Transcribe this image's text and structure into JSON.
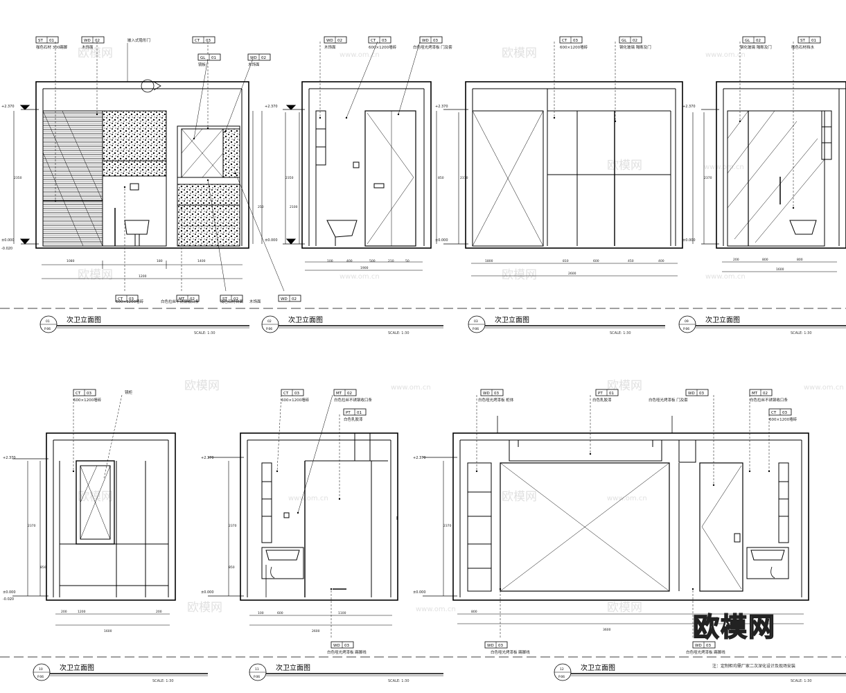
{
  "drawing_titles": [
    {
      "number": "01",
      "sheet": "P.06",
      "title": "次卫立面图",
      "scale": "SCALE: 1:30"
    },
    {
      "number": "02",
      "sheet": "P.06",
      "title": "次卫立面图",
      "scale": "SCALE: 1:30"
    },
    {
      "number": "03",
      "sheet": "P.06",
      "title": "次卫立面图",
      "scale": "SCALE: 1:30"
    },
    {
      "number": "09",
      "sheet": "P.06",
      "title": "次卫立面图",
      "scale": "SCALE: 1:30"
    },
    {
      "number": "10",
      "sheet": "P.06",
      "title": "次卫立面图",
      "scale": "SCALE: 1:30"
    },
    {
      "number": "11",
      "sheet": "P.06",
      "title": "次卫立面图",
      "scale": "SCALE: 1:30"
    },
    {
      "number": "12",
      "sheet": "P.06",
      "title": "次卫立面图",
      "scale": "SCALE: 1:30"
    }
  ],
  "material_tags": {
    "e01_1": {
      "code": "ST",
      "no": "01",
      "desc": "咖色石材 300踢脚"
    },
    "e01_2": {
      "code": "WD",
      "no": "02",
      "desc": "木饰面"
    },
    "e01_3": {
      "code": "CT",
      "no": "03",
      "desc": ""
    },
    "e01_4": {
      "code": "GL",
      "no": "01",
      "desc": "镜板"
    },
    "e01_5": {
      "code": "WD",
      "no": "02",
      "desc": "木饰面"
    },
    "e01_6": {
      "code": "CT",
      "no": "03",
      "desc": "600×1200墙砖"
    },
    "e01_7": {
      "code": "MT",
      "no": "02",
      "desc": "白色拉丝不锈钢收口条"
    },
    "e01_8": {
      "code": "ST",
      "no": "02",
      "desc": "浅色石材台面"
    },
    "e01_9": {
      "code": "WD",
      "no": "02",
      "desc": "木饰面"
    },
    "e02_1": {
      "code": "WD",
      "no": "02",
      "desc": "木饰面"
    },
    "e02_2": {
      "code": "CT",
      "no": "03",
      "desc": "600×1200墙砖"
    },
    "e02_3": {
      "code": "WD",
      "no": "03",
      "desc": "白色哑光烤漆板 门及套"
    },
    "e03_1": {
      "code": "CT",
      "no": "03",
      "desc": "600×1200墙砖"
    },
    "e03_2": {
      "code": "GL",
      "no": "02",
      "desc": "钢化玻璃 隔断及门"
    },
    "e09_1": {
      "code": "GL",
      "no": "02",
      "desc": "钢化玻璃 隔断及门"
    },
    "e09_2": {
      "code": "ST",
      "no": "01",
      "desc": "咖色石材挡水"
    },
    "e10_1": {
      "code": "CT",
      "no": "03",
      "desc": "600×1200墙砖"
    },
    "e11_1": {
      "code": "CT",
      "no": "03",
      "desc": "600×1200墙砖"
    },
    "e11_2": {
      "code": "MT",
      "no": "02",
      "desc": "白色拉丝不锈钢收口条"
    },
    "e11_3": {
      "code": "PT",
      "no": "01",
      "desc": "白色乳胶漆"
    },
    "e11_4": {
      "code": "WD",
      "no": "03",
      "desc": "白色哑光烤漆板 踢脚线"
    },
    "e12_1": {
      "code": "WD",
      "no": "03",
      "desc": "白色哑光烤漆板 柜体"
    },
    "e12_2": {
      "code": "PT",
      "no": "01",
      "desc": "白色乳胶漆"
    },
    "e12_3": {
      "code": "WD",
      "no": "03",
      "desc": "白色哑光烤漆板 门及套"
    },
    "e12_4": {
      "code": "MT",
      "no": "02",
      "desc": "白色拉丝不锈钢收口条"
    },
    "e12_5": {
      "code": "CT",
      "no": "03",
      "desc": "600×1200墙砖"
    },
    "e12_6": {
      "code": "WD",
      "no": "03",
      "desc": "白色哑光烤漆板 踢脚线"
    }
  },
  "notes": {
    "hidden_door": "嵌入式隐形门",
    "mirror_cabinet": "镜柜",
    "footnote": "注：定制柜均需厂家二次深化设计及现场安装"
  },
  "levels": {
    "ceiling": "+2.370",
    "ceiling_b": "+2.350",
    "floor": "±0.000",
    "floor_b": "-0.020"
  },
  "dimensions": {
    "e01": [
      "1080",
      "1200",
      "180",
      "2350",
      "250",
      "1400"
    ],
    "e02": [
      "100",
      "400",
      "500",
      "210",
      "50",
      "1900",
      "2350",
      "850",
      "2100"
    ],
    "e03": [
      "1800",
      "810",
      "600",
      "450",
      "400",
      "2600",
      "2370"
    ],
    "e09": [
      "200",
      "800",
      "800",
      "1600",
      "2370"
    ],
    "e10": [
      "1200",
      "200",
      "200",
      "1600",
      "2370",
      "850"
    ],
    "e11": [
      "100",
      "600",
      "1100",
      "2600",
      "2370",
      "850"
    ],
    "e12": [
      "3600",
      "2370",
      "800"
    ]
  },
  "watermarks": {
    "brand": "欧模网",
    "url": "www.om.cn"
  },
  "logo": "欧模网",
  "colors": {
    "ink": "#000000",
    "paper": "#ffffff",
    "watermark": "#bbbbbb"
  }
}
